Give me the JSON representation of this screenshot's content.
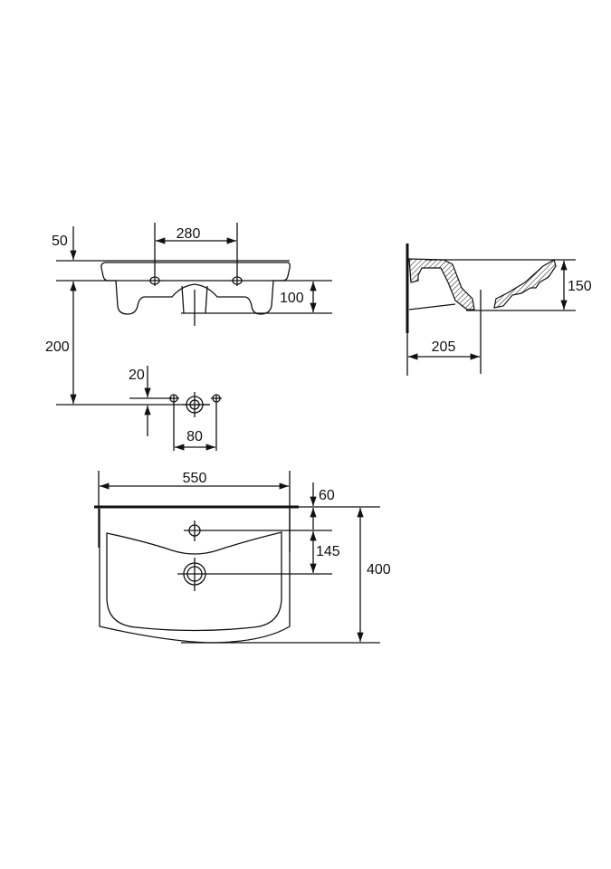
{
  "drawing": {
    "front_view": {
      "dim_tap_holes_spacing": "280",
      "dim_top_offset": "50",
      "dim_depth": "100",
      "dim_to_waste": "200",
      "dim_waste_offset": "20",
      "dim_fixing_spacing": "80"
    },
    "side_view": {
      "dim_height": "150",
      "dim_wall_to_waste": "205"
    },
    "top_view": {
      "dim_width": "550",
      "dim_tap_offset": "60",
      "dim_tap_to_drain": "145",
      "dim_depth": "400"
    }
  },
  "colors": {
    "line": "#111111",
    "background": "#ffffff"
  }
}
